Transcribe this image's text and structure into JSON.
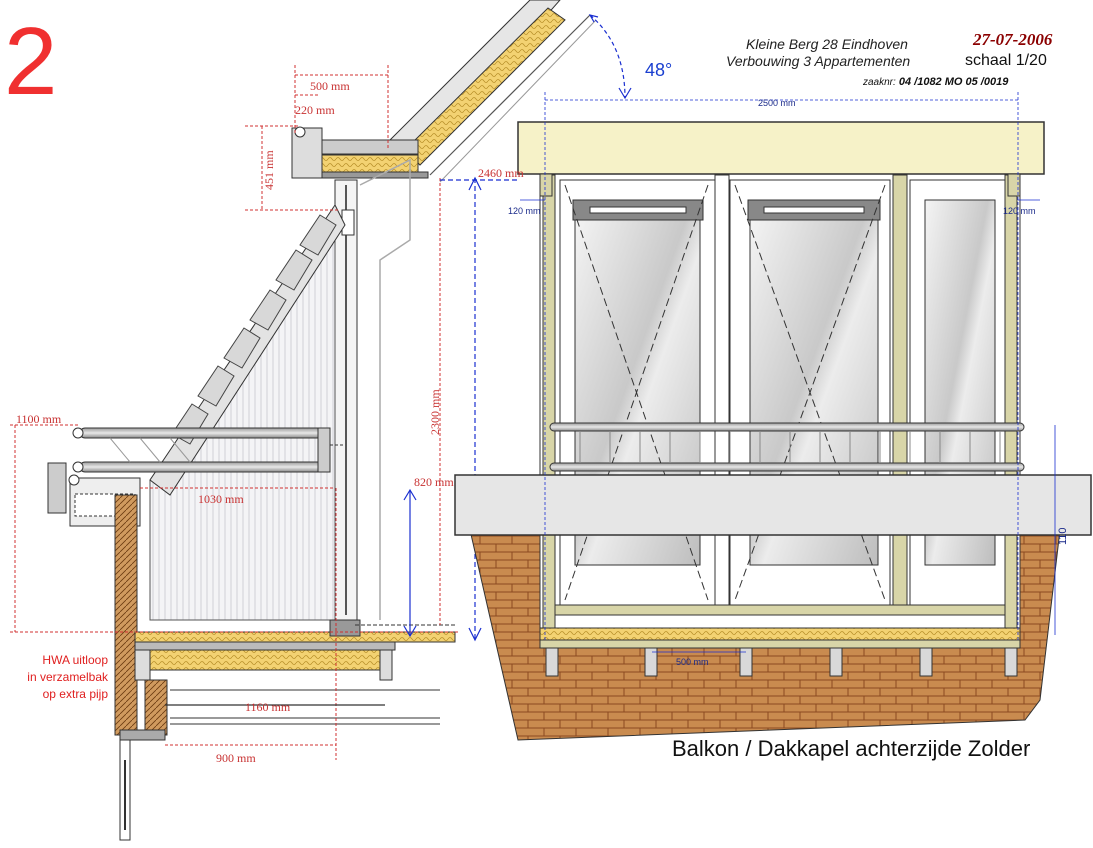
{
  "sheet_number": "2",
  "header": {
    "address": "Kleine Berg 28  Eindhoven",
    "project": "Verbouwing 3 Appartementen",
    "date": "27-07-2006",
    "scale": "schaal 1/20",
    "case_label": "zaaknr:",
    "case_number": "04 /1082   MO 05 /0019"
  },
  "caption": "Balkon / Dakkapel achterzijde Zolder",
  "roof_angle": "48°",
  "note": {
    "line1": "HWA uitloop",
    "line2": "in verzamelbak",
    "line3": "op extra pijp"
  },
  "section_dims": {
    "d500": "500 mm",
    "d220": "220 mm",
    "d451": "451 mm",
    "d2460": "2460 mm",
    "d2300": "2300 mm",
    "d1100": "1100 mm",
    "d1030": "1030 mm",
    "d820": "820 mm",
    "d1160": "1160 mm",
    "d900": "900 mm"
  },
  "elevation_dims": {
    "d2500": "2500 mm",
    "d120_left": "120 mm",
    "d120_right": "120 mm",
    "d500": "500 mm",
    "d110": "110"
  },
  "colors": {
    "red_numeral": "#f03030",
    "date_red": "#8b0000",
    "dim_red": "#c83232",
    "dim_blue": "#1a2a8a",
    "brick": "#c98b4f",
    "fascia": "#f6f2c8",
    "frame": "#d8d5a8",
    "insulation": "#f5d76e"
  }
}
